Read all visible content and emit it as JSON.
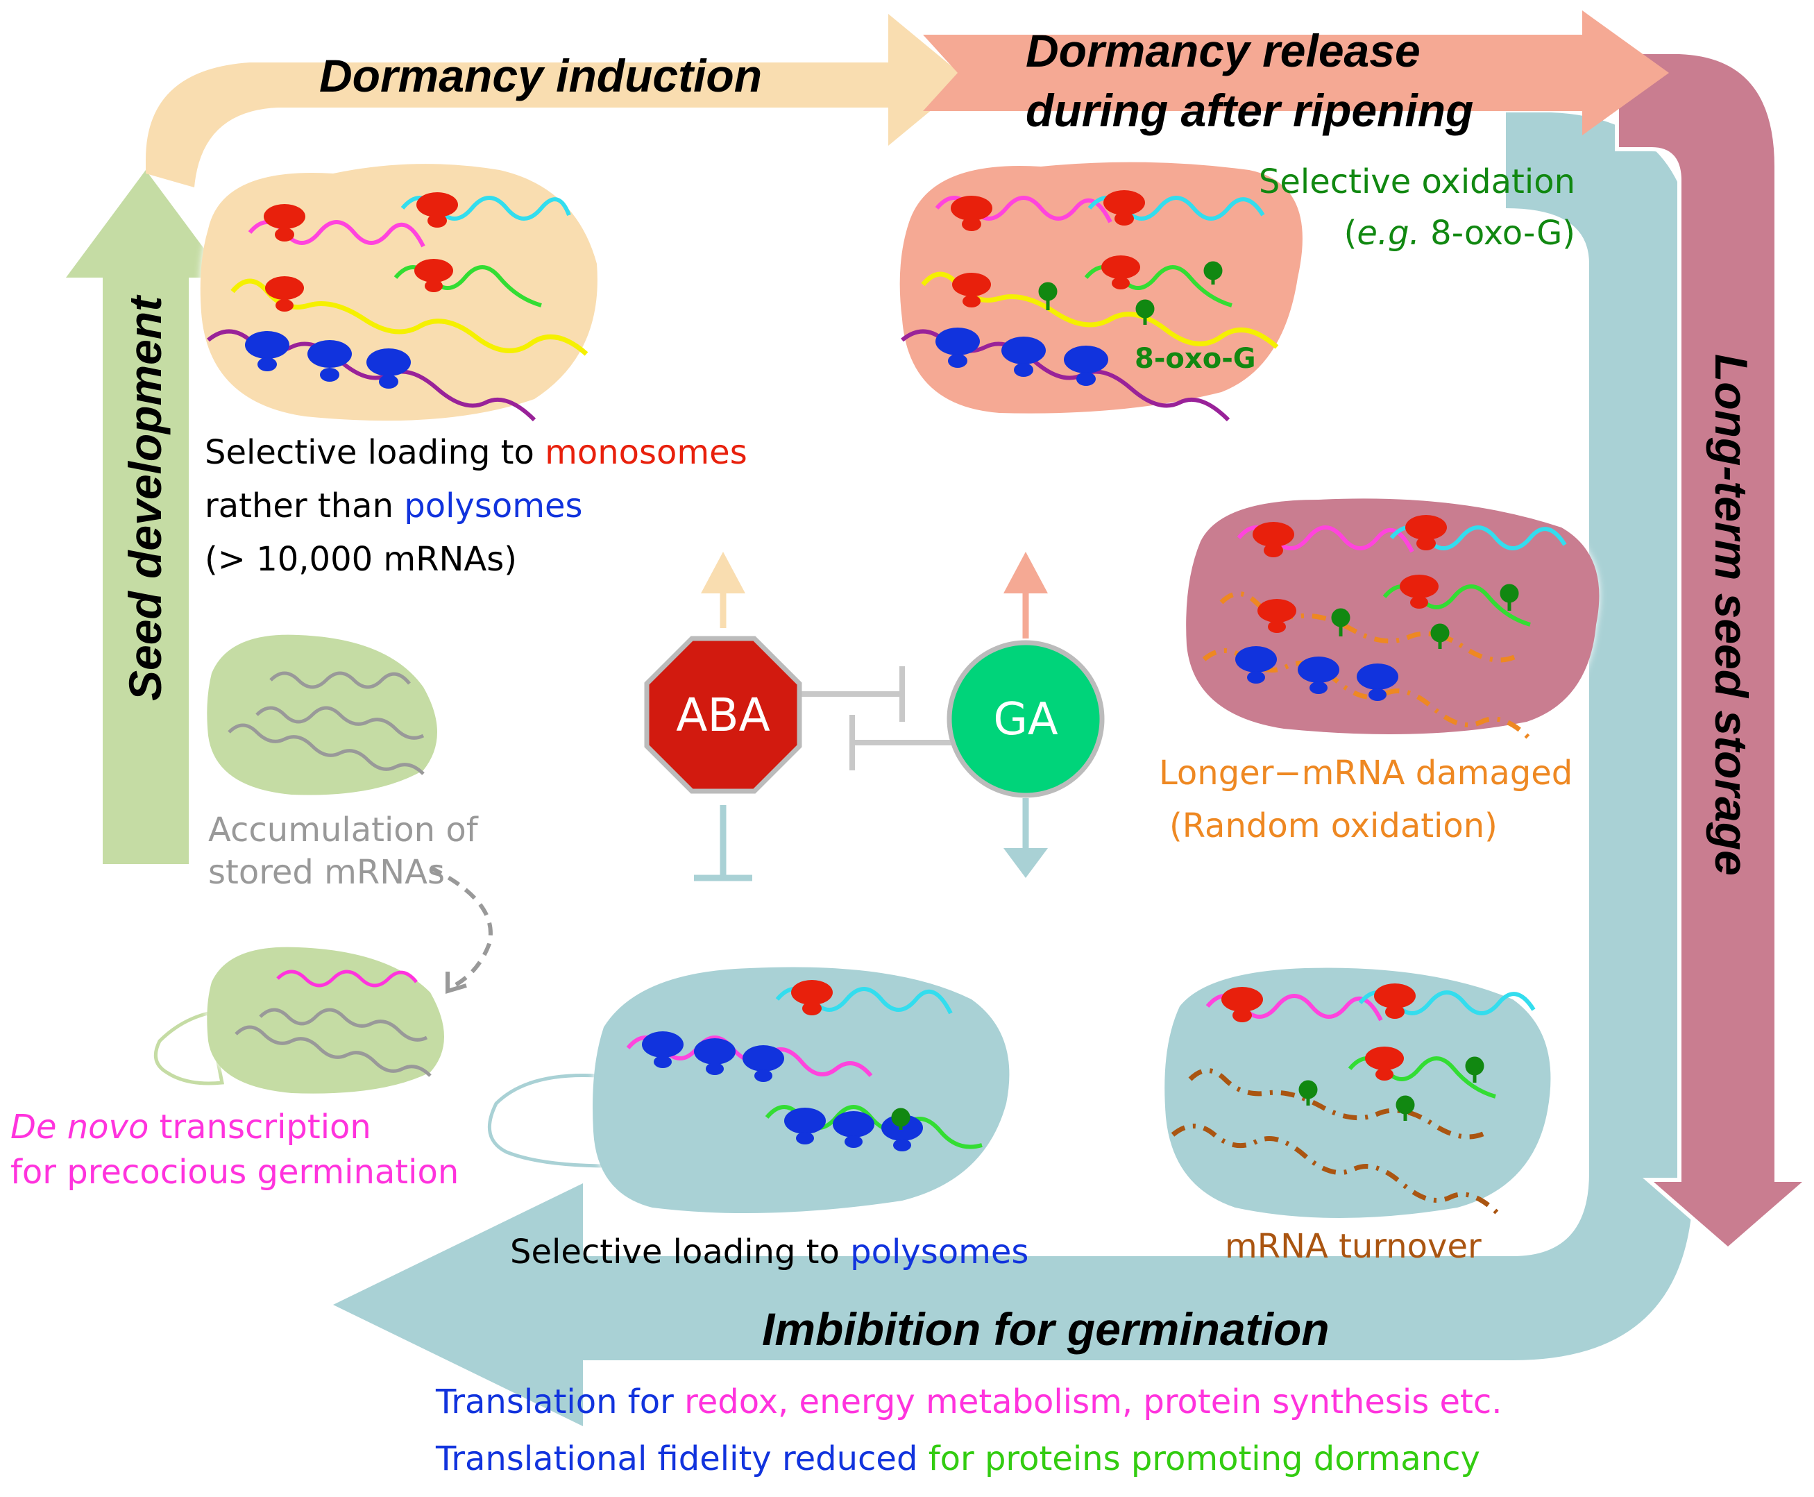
{
  "stages": {
    "dormancy_induction": "Dormancy induction",
    "dormancy_release_line1": "Dormancy release",
    "dormancy_release_line2": "during after ripening",
    "seed_development": "Seed development",
    "long_term_storage": "Long-term seed storage",
    "imbibition": "Imbibition for germination"
  },
  "hormones": {
    "aba": "ABA",
    "ga": "GA"
  },
  "labels": {
    "monosome_line1_a": "Selective loading to ",
    "monosome_line1_b": "monosomes",
    "monosome_line2_a": "rather than ",
    "monosome_line2_b": "polysomes",
    "monosome_line3": "(> 10,000 mRNAs)",
    "selective_oxidation": "Selective oxidation",
    "selective_oxidation_eg": "e.g.",
    "selective_oxidation_rest": " 8-oxo-G)",
    "eight_oxo_g": "8-oxo-G",
    "accumulation_line1": "Accumulation of",
    "accumulation_line2": "stored mRNAs",
    "longer_mrna_line1": "Longer−mRNA damaged",
    "longer_mrna_line2": "(Random oxidation)",
    "de_novo_italic": "De novo",
    "de_novo_rest": " transcription",
    "de_novo_line2": "for precocious germination",
    "polysome_loading_a": "Selective loading to ",
    "polysome_loading_b": "polysomes",
    "mrna_turnover": "mRNA turnover",
    "translation_a": "Translation for ",
    "translation_b": "redox, energy metabolism, protein synthesis etc.",
    "fidelity_a": "Translational fidelity reduced ",
    "fidelity_b": "for proteins promoting dormancy"
  },
  "colors": {
    "induction_arrow": "#f9ddb0",
    "release_arrow": "#f5a994",
    "development_arrow": "#c5dca4",
    "storage_arrow": "#c97d90",
    "imbibition_arrow": "#a9d1d5",
    "aba": "#d21a0f",
    "ga": "#00d47a",
    "monosome": "#e8200c",
    "polysome": "#1133dd",
    "oxidation": "#118811",
    "damaged": "#ee8822",
    "turnover": "#aa5511",
    "denovo": "#ff33dd",
    "stored": "#999999"
  }
}
